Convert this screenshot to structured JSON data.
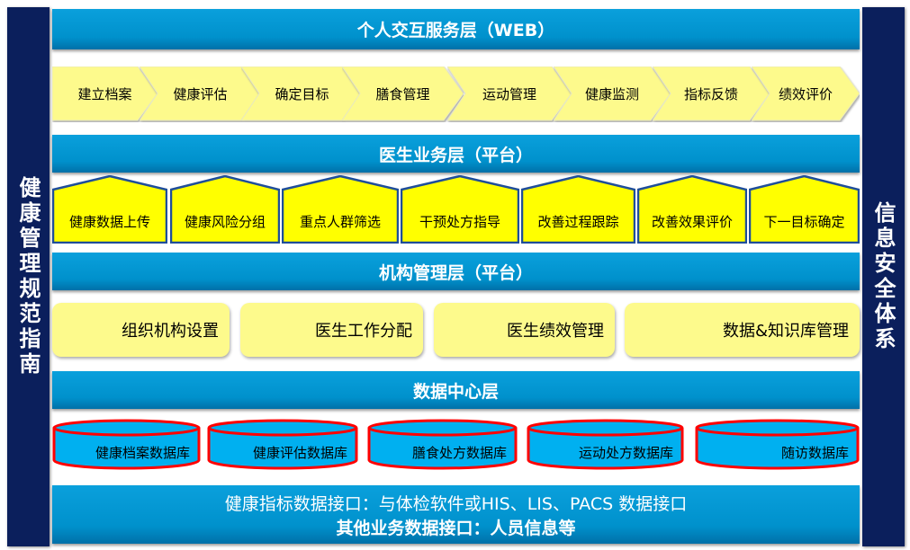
{
  "left_sidebar": "健康管理规范指南",
  "right_sidebar": "信息安全体系",
  "layers": {
    "web": "个人交互服务层（WEB）",
    "doctor": "医生业务层（平台）",
    "org": "机构管理层（平台）",
    "data": "数据中心层"
  },
  "web_steps": [
    "建立档案",
    "健康评估",
    "确定目标",
    "膳食管理",
    "运动管理",
    "健康监测",
    "指标反馈",
    "绩效评价"
  ],
  "doctor_steps": [
    "健康数据上传",
    "健康风险分组",
    "重点人群筛选",
    "干预处方指导",
    "改善过程跟踪",
    "改善效果评价",
    "下一目标确定"
  ],
  "org_items": [
    "组织机构设置",
    "医生工作分配",
    "医生绩效管理",
    "数据&知识库管理"
  ],
  "databases": [
    "健康档案数据库",
    "健康评估数据库",
    "膳食处方数据库",
    "运动处方数据库",
    "随访数据库"
  ],
  "interface": {
    "line1": "健康指标数据接口：与体检软件或HIS、LIS、PACS 数据接口",
    "line2": "其他业务数据接口：人员信息等"
  },
  "colors": {
    "navy": "#0b1f5c",
    "blue": "#0093cf",
    "yellow": "#ffff00",
    "pale_yellow": "#fdfa8c",
    "red": "#ff0000",
    "cyl_blue": "#00b0f0"
  }
}
